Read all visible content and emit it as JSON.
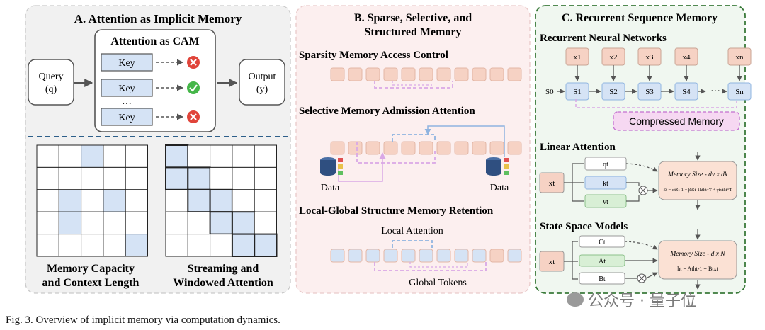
{
  "panelA": {
    "title": "A. Attention as Implicit Memory",
    "cam_title": "Attention as CAM",
    "query_label": "Query",
    "query_sym": "(q)",
    "output_label": "Output",
    "output_sym": "(y)",
    "key_label": "Key",
    "dots": "···",
    "grid1_caption_1": "Memory Capacity",
    "grid1_caption_2": "and Context Length",
    "grid2_caption_1": "Streaming and",
    "grid2_caption_2": "Windowed Attention"
  },
  "panelB": {
    "title_1": "B. Sparse, Selective, and",
    "title_2": "Structured Memory",
    "sparsity_title": "Sparsity Memory Access Control",
    "selective_title": "Selective Memory Admission Attention",
    "local_global_title": "Local-Global Structure Memory Retention",
    "data_left": "Data",
    "data_right": "Data",
    "local_attention": "Local Attention",
    "global_tokens": "Global Tokens"
  },
  "panelC": {
    "title": "C. Recurrent Sequence Memory",
    "rnn_title": "Recurrent Neural Networks",
    "x_labels": [
      "x1",
      "x2",
      "x3",
      "x4",
      "xn"
    ],
    "s_labels": [
      "S1",
      "S2",
      "S3",
      "S4",
      "Sn"
    ],
    "s0": "S0",
    "ellipsis": "···",
    "compressed_memory": "Compressed Memory",
    "linear_title": "Linear Attention",
    "la_input": "xt",
    "la_q": "qt",
    "la_k": "kt",
    "la_v": "vt",
    "la_mem": "Memory Size - dv x dk",
    "la_eq": "St = αtSt-1 − βtSt-1ktkt^T + γtvtkt^T",
    "ssm_title": "State Space Models",
    "ssm_input": "xt",
    "ssm_c": "Ct",
    "ssm_a": "At",
    "ssm_b": "Bt",
    "ssm_mem": "Memory Size - d x N",
    "ssm_eq": "ht = Atht-1 + Btxt"
  },
  "caption": "Fig. 3.   Overview of implicit memory via computation dynamics.",
  "watermark": "公众号 · 量子位",
  "colors": {
    "panelA_bg": "#f1f1f1",
    "panelB_bg": "#fcefef",
    "panelC_bg": "#f0f7f0",
    "green_border": "#3a7a3a",
    "key_fill": "#d5e3f5",
    "token_fill": "#f6d2c4",
    "token_blue": "#d5e3f5",
    "cam_pink": "#f6d8f2",
    "cross_red": "#e0443a",
    "check_green": "#45b649"
  }
}
